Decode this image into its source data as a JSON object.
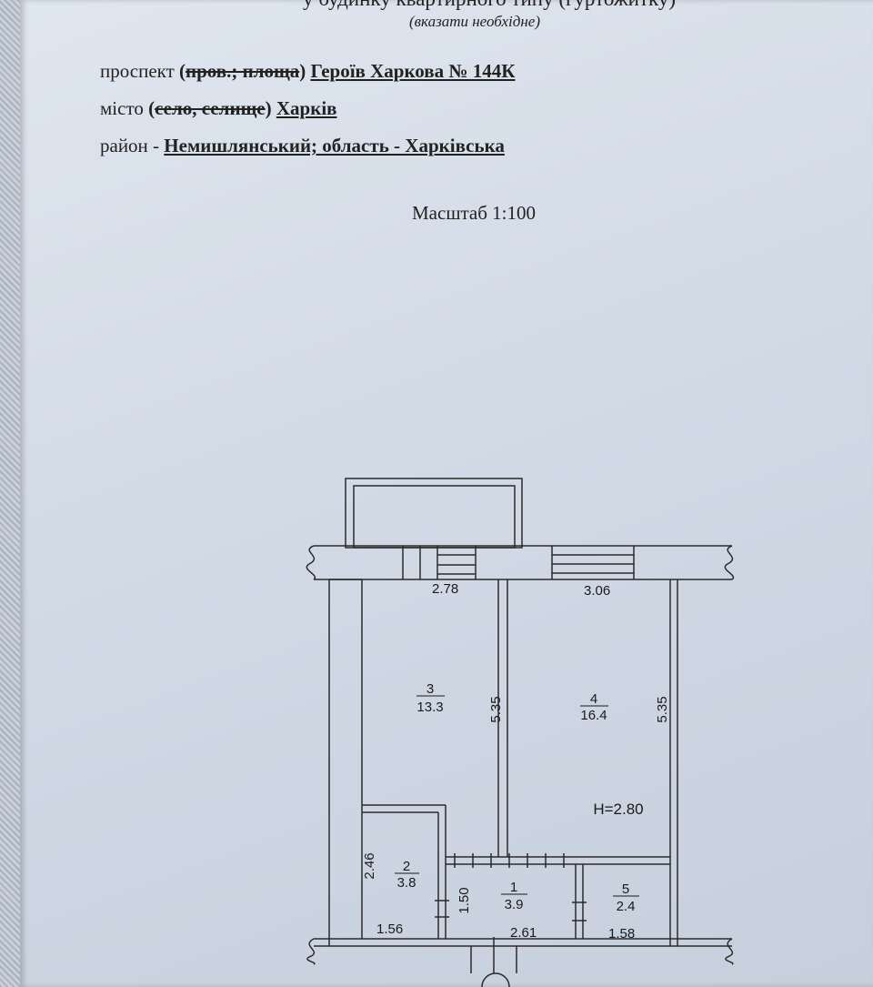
{
  "header": {
    "cut_title": "у будинку квартирного типу (гуртожитку)",
    "note": "(вказати необхідне)"
  },
  "address": {
    "street_type": "проспект",
    "street_open": "(",
    "street_struck": "пров.; площа",
    "street_close": ")",
    "street_value": "Героїв Харкова № 144К",
    "city_type": "місто",
    "city_open": "(",
    "city_struck": "село, селище",
    "city_close": ")",
    "city_value": "Харків",
    "district_label": "район -",
    "district_value": "Немишлянський; область - Харківська"
  },
  "scale_text": "Масштаб 1:100",
  "plan": {
    "rooms": [
      {
        "number": "3",
        "area": "13.3"
      },
      {
        "number": "4",
        "area": "16.4"
      },
      {
        "number": "2",
        "area": "3.8"
      },
      {
        "number": "1",
        "area": "3.9"
      },
      {
        "number": "5",
        "area": "2.4"
      }
    ],
    "dimensions": {
      "room3_width": "2.78",
      "room4_width": "3.06",
      "room3_length": "5.35",
      "room4_length": "5.35",
      "room2_height": "2.46",
      "room1_height": "1.50",
      "room2_width": "1.56",
      "room1_width": "2.61",
      "room5_width": "1.58"
    },
    "ceiling_height": "H=2.80"
  }
}
